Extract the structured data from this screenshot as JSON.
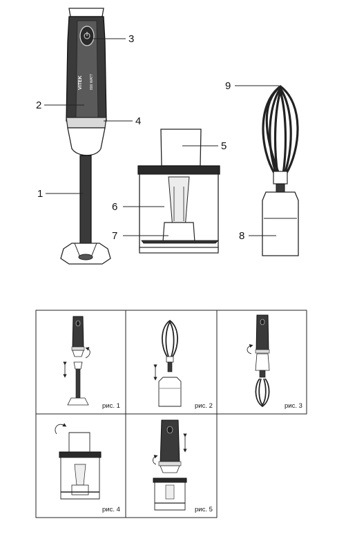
{
  "brand": "VITEK",
  "power_rating": "800 WATT",
  "callouts": [
    "1",
    "2",
    "3",
    "4",
    "5",
    "6",
    "7",
    "8",
    "9"
  ],
  "steps": [
    {
      "label": "рис. 1"
    },
    {
      "label": "рис. 2"
    },
    {
      "label": "рис. 3"
    },
    {
      "label": "рис. 4"
    },
    {
      "label": "рис. 5"
    }
  ]
}
